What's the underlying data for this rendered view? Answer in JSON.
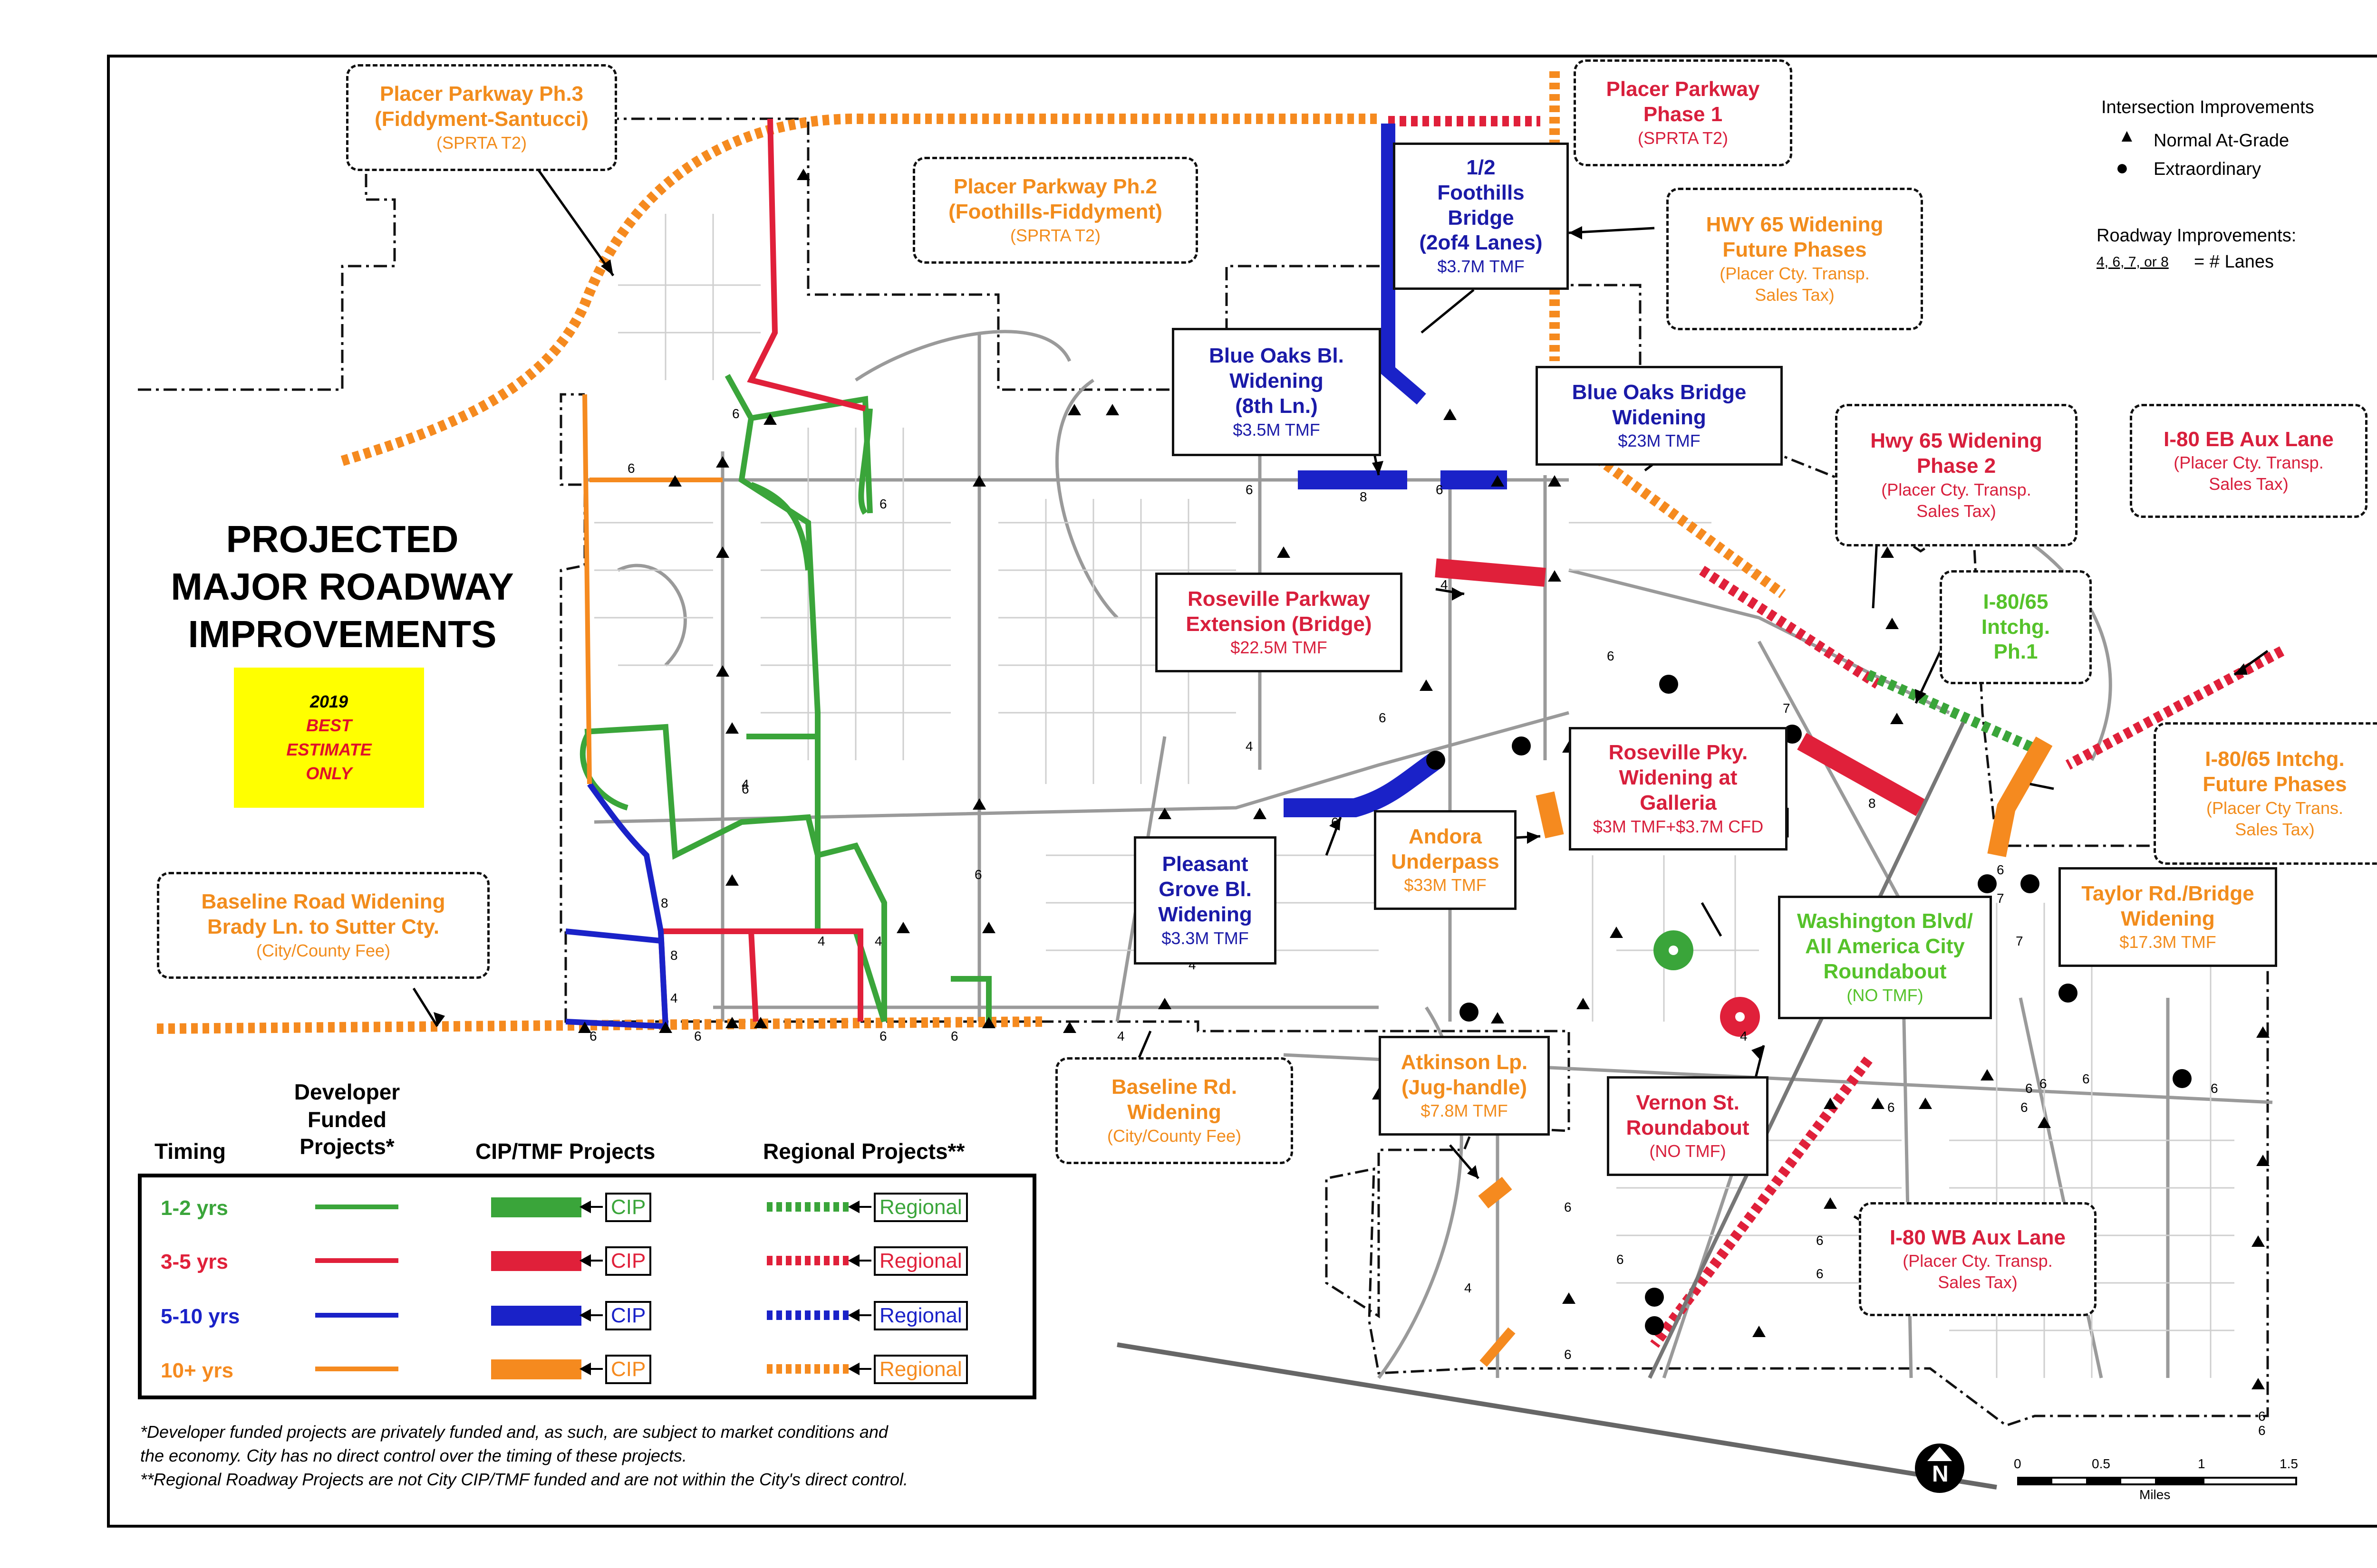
{
  "title": [
    "PROJECTED",
    "MAJOR ROADWAY",
    "IMPROVEMENTS"
  ],
  "estimate_note": {
    "year": "2019",
    "line1": "BEST",
    "line2": "ESTIMATE",
    "line3": "ONLY"
  },
  "right_legend": {
    "intersection_title": "Intersection Improvements",
    "normal": "Normal At-Grade",
    "extraordinary": "Extraordinary",
    "roadway_title": "Roadway Improvements:",
    "lanes_key": "4, 6, 7, or 8",
    "lanes_text": "= # Lanes"
  },
  "callouts": {
    "pp3": {
      "l1": "Placer Parkway Ph.3",
      "l2": "(Fiddyment-Santucci)",
      "l3": "(SPRTA T2)"
    },
    "pp2": {
      "l1": "Placer Parkway Ph.2",
      "l2": "(Foothills-Fiddyment)",
      "l3": "(SPRTA T2)"
    },
    "pp1": {
      "l1": "Placer Parkway",
      "l2": "Phase 1",
      "l3": "(SPRTA T2)"
    },
    "foothills": {
      "l1": "1/2",
      "l2": "Foothills",
      "l3": "Bridge",
      "l4": "(2of4 Lanes)",
      "l5": "$3.7M TMF"
    },
    "hwy65future": {
      "l1": "HWY 65 Widening",
      "l2": "Future Phases",
      "l3": "(Placer Cty. Transp.",
      "l4": "Sales Tax)"
    },
    "blueoaks_wid": {
      "l1": "Blue Oaks Bl.",
      "l2": "Widening",
      "l3": "(8th Ln.)",
      "l4": "$3.5M TMF"
    },
    "blueoaks_br": {
      "l1": "Blue Oaks Bridge",
      "l2": "Widening",
      "l3": "$23M TMF"
    },
    "hwy65ph2": {
      "l1": "Hwy 65 Widening",
      "l2": "Phase 2",
      "l3": "(Placer Cty. Transp.",
      "l4": "Sales Tax)"
    },
    "i80eb": {
      "l1": "I-80 EB Aux Lane",
      "l2": "(Placer Cty. Transp.",
      "l3": "Sales Tax)"
    },
    "rosevillepkwy_ext": {
      "l1": "Roseville Parkway",
      "l2": "Extension (Bridge)",
      "l3": "$22.5M TMF"
    },
    "i8065ph1": {
      "l1": "I-80/65",
      "l2": "Intchg.",
      "l3": "Ph.1"
    },
    "i8065future": {
      "l1": "I-80/65 Intchg.",
      "l2": "Future Phases",
      "l3": "(Placer Cty Trans.",
      "l4": "Sales Tax)"
    },
    "galleria": {
      "l1": "Roseville Pky.",
      "l2": "Widening at",
      "l3": "Galleria",
      "l4": "$3M TMF+$3.7M CFD"
    },
    "andora": {
      "l1": "Andora",
      "l2": "Underpass",
      "l3": "$33M TMF"
    },
    "pleasantgrove": {
      "l1": "Pleasant",
      "l2": "Grove Bl.",
      "l3": "Widening",
      "l4": "$3.3M TMF"
    },
    "washington": {
      "l1": "Washington Blvd/",
      "l2": "All America City",
      "l3": "Roundabout",
      "l4": "(NO TMF)"
    },
    "taylor": {
      "l1": "Taylor Rd./Bridge",
      "l2": "Widening",
      "l3": "$17.3M TMF"
    },
    "baselinebrady": {
      "l1": "Baseline Road Widening",
      "l2": "Brady Ln. to Sutter Cty.",
      "l3": "(City/County Fee)"
    },
    "baselinerd": {
      "l1": "Baseline Rd.",
      "l2": "Widening",
      "l3": "(City/County Fee)"
    },
    "atkinson": {
      "l1": "Atkinson Lp.",
      "l2": "(Jug-handle)",
      "l3": "$7.8M TMF"
    },
    "vernon": {
      "l1": "Vernon St.",
      "l2": "Roundabout",
      "l3": "(NO TMF)"
    },
    "i80wb": {
      "l1": "I-80 WB Aux Lane",
      "l2": "(Placer Cty. Transp.",
      "l3": "Sales Tax)"
    }
  },
  "legend": {
    "headers": {
      "timing": "Timing",
      "developer": [
        "Developer",
        "Funded",
        "Projects*"
      ],
      "cip": "CIP/TMF Projects",
      "regional": "Regional Projects**"
    },
    "rows": [
      {
        "timing": "1-2 yrs",
        "color": "#3aa53a",
        "cip": "CIP",
        "regional": "Regional"
      },
      {
        "timing": "3-5 yrs",
        "color": "#e0203a",
        "cip": "CIP",
        "regional": "Regional"
      },
      {
        "timing": "5-10 yrs",
        "color": "#1a22c8",
        "cip": "CIP",
        "regional": "Regional"
      },
      {
        "timing": "10+ yrs",
        "color": "#f58a1f",
        "cip": "CIP",
        "regional": "Regional"
      }
    ]
  },
  "footnotes": [
    "*Developer funded projects are privately funded and, as such, are subject to market conditions and",
    "the economy. City has no direct control over the timing of these projects.",
    "**Regional Roadway Projects are not City CIP/TMF funded and are not within the City's direct control."
  ],
  "scale": {
    "ticks": [
      "0",
      "0.5",
      "1",
      "1.5"
    ],
    "unit": "Miles",
    "north": "N"
  },
  "lane_labels": [
    "6",
    "6",
    "6",
    "8",
    "6",
    "4",
    "6",
    "4",
    "6",
    "4",
    "4",
    "6",
    "8",
    "8",
    "4",
    "4",
    "4",
    "6",
    "6",
    "6",
    "6",
    "7",
    "8",
    "7",
    "7",
    "6",
    "6",
    "6",
    "6",
    "6",
    "6",
    "6",
    "4",
    "6",
    "4",
    "6",
    "6",
    "4",
    "6",
    "4",
    "6"
  ],
  "colors": {
    "green": "#3aa53a",
    "red": "#e0203a",
    "blue": "#1a22c8",
    "orange": "#f58a1f",
    "yellow_note": "#ffff00"
  }
}
